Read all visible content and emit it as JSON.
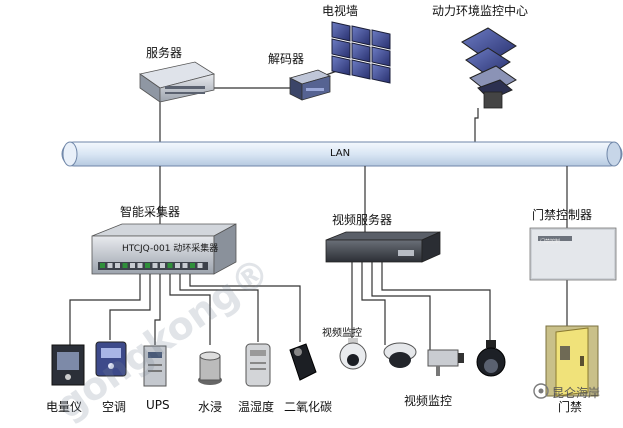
{
  "diagram": {
    "network_label": "LAN",
    "nodes": {
      "server": "服务器",
      "decoder": "解码器",
      "tv_wall": "电视墙",
      "monitor_center": "动力环境监控中心",
      "smart_collector": "智能采集器",
      "collector_device_text": "HTCJQ-001 动环采集器",
      "video_server": "视频服务器",
      "access_controller": "门禁控制器",
      "access_panel_text": "门禁控制"
    },
    "sensors": [
      {
        "label": "电量仪",
        "icon": "power-meter-icon"
      },
      {
        "label": "空调",
        "icon": "air-conditioner-icon"
      },
      {
        "label": "UPS",
        "icon": "ups-icon"
      },
      {
        "label": "水浸",
        "icon": "water-sensor-icon"
      },
      {
        "label": "温湿度",
        "icon": "temperature-humidity-icon"
      },
      {
        "label": "二氧化碳",
        "icon": "co2-sensor-icon"
      }
    ],
    "video_group_label": "视频监控",
    "door_label": "门禁",
    "watermark": "gongkong®",
    "brand_badge": "昆仑海岸"
  },
  "colors": {
    "lan_fill": "#d9e6f4",
    "lan_stroke": "#6f86a8",
    "line": "#333333"
  }
}
